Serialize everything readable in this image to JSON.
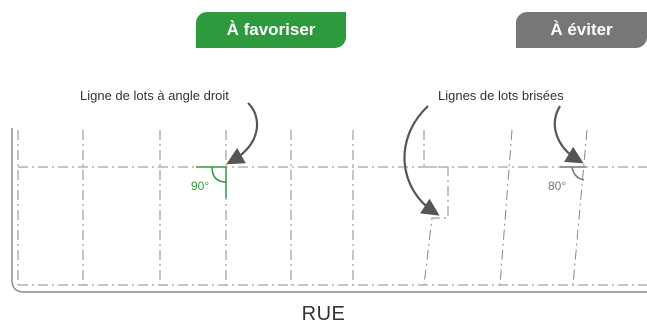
{
  "badges": {
    "good": {
      "label": "À favoriser",
      "color": "#2e9a3e"
    },
    "bad": {
      "label": "À éviter",
      "color": "#777777"
    }
  },
  "annotations": {
    "good_label": "Ligne de lots à angle droit",
    "bad_label": "Lignes de lots brisées",
    "good_angle": "90°",
    "bad_angle": "80°"
  },
  "street": {
    "label": "RUE"
  },
  "colors": {
    "line": "#888888",
    "arrow": "#555555",
    "good_accent": "#2e9a3e",
    "bad_accent": "#777777"
  }
}
